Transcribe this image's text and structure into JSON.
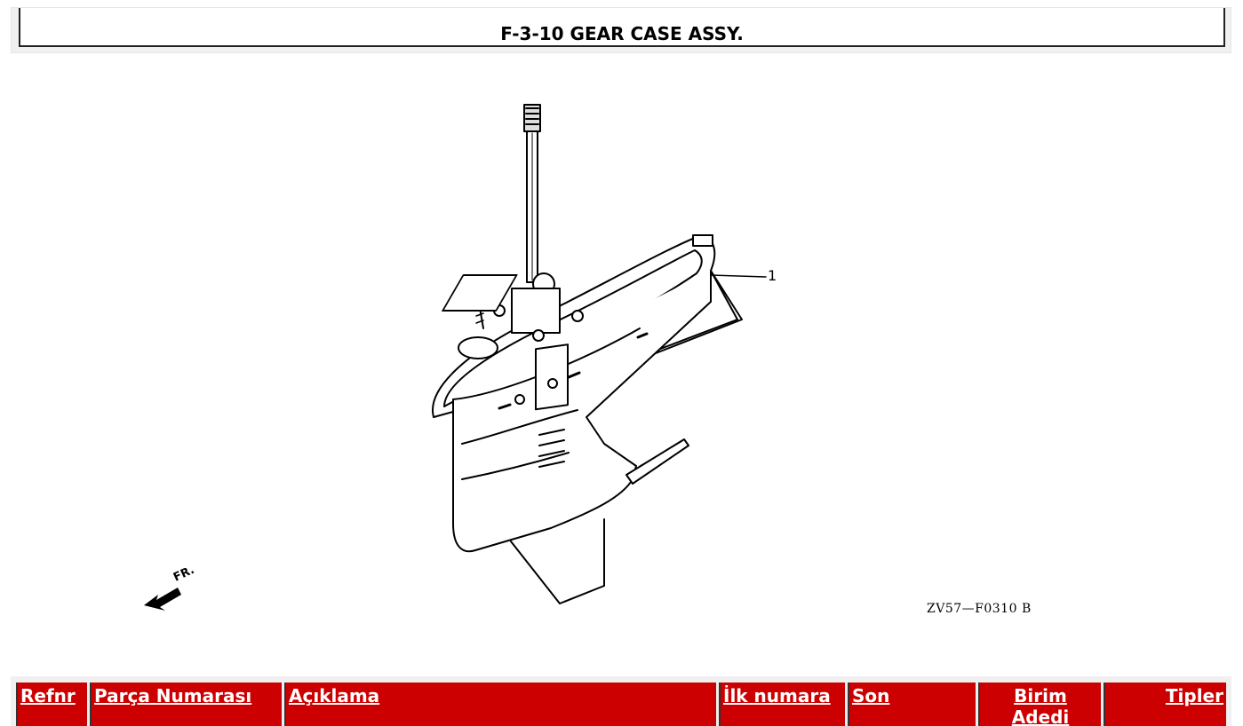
{
  "header": {
    "title": "F-3-10 GEAR CASE ASSY."
  },
  "diagram": {
    "callouts": [
      {
        "label": "1"
      }
    ],
    "front_label": "FR.",
    "drawing_code": "ZV57—F0310 B",
    "icons": [
      "front-arrow-icon"
    ]
  },
  "table": {
    "header_bg": "#cc0000",
    "header_fg": "#ffffff",
    "columns": [
      {
        "label": "Refnr"
      },
      {
        "label": "Parça Numarası"
      },
      {
        "label": "Açıklama"
      },
      {
        "label": "İlk numara"
      },
      {
        "label": "Son"
      },
      {
        "label": "Birim Adedi"
      },
      {
        "label": "Tipler"
      }
    ]
  }
}
